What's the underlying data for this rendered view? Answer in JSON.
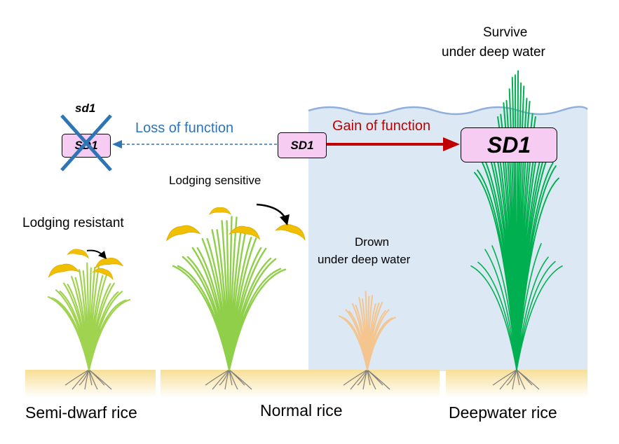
{
  "genes": {
    "mutant_label": "sd1",
    "crossed_box": "SD1",
    "center_box": "SD1",
    "right_box": "SD1"
  },
  "arrows": {
    "loss": "Loss of function",
    "gain": "Gain of function"
  },
  "annotations": {
    "lodging_resistant": "Lodging resistant",
    "lodging_sensitive": "Lodging sensitive",
    "drown_line1": "Drown",
    "drown_line2": "under deep water",
    "survive_line1": "Survive",
    "survive_line2": "under deep water"
  },
  "varieties": {
    "semi_dwarf": "Semi-dwarf rice",
    "normal": "Normal rice",
    "deepwater": "Deepwater rice"
  },
  "colors": {
    "water": "#dce8f4",
    "wave": "#8eaedc",
    "soil": "#f8df97",
    "gene_box": "#f6ccf2",
    "loss_arrow": "#2e75b6",
    "gain_arrow": "#c00000",
    "cross": "#2e75b6",
    "semi_dwarf_plant": "#9fd350",
    "normal_plant": "#8fcf49",
    "drowned_plant": "#f4c58e",
    "deepwater_plant": "#00b050",
    "panicle": "#f0c000",
    "root": "#7f7f7f"
  }
}
